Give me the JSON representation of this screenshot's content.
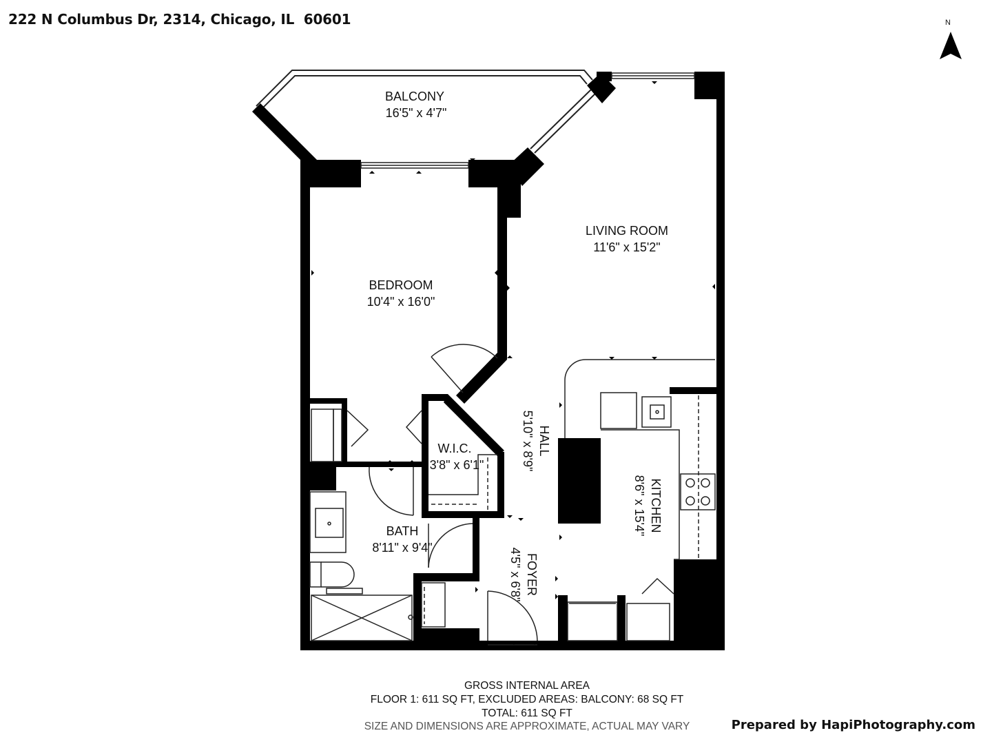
{
  "header": {
    "address": "222 N Columbus Dr, 2314, Chicago, IL  60601"
  },
  "compass": {
    "label": "N",
    "icon": "north-arrow-icon"
  },
  "rooms": {
    "balcony": {
      "name": "BALCONY",
      "dims": "16'5\" x 4'7\""
    },
    "living_room": {
      "name": "LIVING ROOM",
      "dims": "11'6\" x 15'2\""
    },
    "bedroom": {
      "name": "BEDROOM",
      "dims": "10'4\" x 16'0\""
    },
    "wic": {
      "name": "W.I.C.",
      "dims": "3'8\" x 6'1\""
    },
    "hall": {
      "name": "HALL",
      "dims": "5'10\" x 8'9\""
    },
    "kitchen": {
      "name": "KITCHEN",
      "dims": "8'6\" x 15'4\""
    },
    "bath": {
      "name": "BATH",
      "dims": "8'11\" x 9'4\""
    },
    "foyer": {
      "name": "FOYER",
      "dims": "4'5\" x 6'8\""
    }
  },
  "footer": {
    "line1": "GROSS INTERNAL AREA",
    "line2": "FLOOR 1: 611 SQ FT, EXCLUDED AREAS: BALCONY: 68 SQ FT",
    "line3": "TOTAL: 611 SQ FT",
    "line4": "SIZE AND DIMENSIONS ARE APPROXIMATE, ACTUAL MAY VARY"
  },
  "credit": "Prepared by HapiPhotography.com"
}
